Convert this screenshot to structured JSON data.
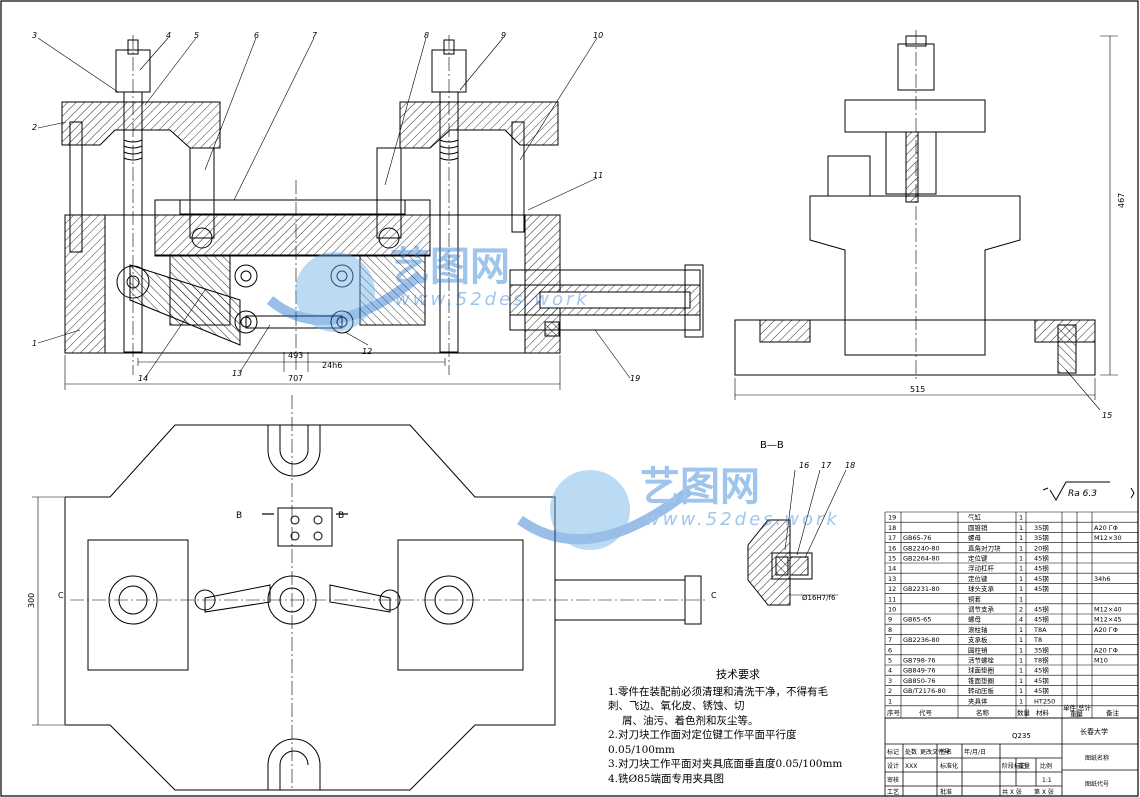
{
  "balloons": [
    "3",
    "4",
    "5",
    "6",
    "7",
    "8",
    "9",
    "10",
    "2",
    "11",
    "1",
    "14",
    "13",
    "12",
    "19",
    "15",
    "16",
    "17",
    "18"
  ],
  "dimensions": {
    "front_d1": "493",
    "front_d2": "24h6",
    "front_overall": "707",
    "side_height": "467",
    "side_width": "515",
    "plan_height": "300",
    "detail_bore": "Ø16H7/f6"
  },
  "section_labels": {
    "bb_title": "B—B",
    "b_left": "B",
    "b_right": "B",
    "c_left": "C",
    "c_right": "C"
  },
  "roughness": "Ra 6.3",
  "watermark": {
    "brand": "艺图网",
    "url": "www.52des.work"
  },
  "technical_requirements": {
    "title": "技术要求",
    "lines": [
      "1.零件在装配前必须清理和清洗干净，不得有毛",
      "刺、飞边、氧化皮、锈蚀、切",
      "屑、油污、着色剂和灰尘等。",
      "2.对刀块工作面对定位键工作平面平行度",
      "0.05/100mm",
      "3.对刀块工作平面对夹具底面垂直度0.05/100mm",
      "4.铣Ø85端面专用夹具图"
    ]
  },
  "bom": {
    "rows": [
      {
        "no": "19",
        "code": "",
        "name": "气缸",
        "qty": "1",
        "mat": "",
        "note": ""
      },
      {
        "no": "18",
        "code": "",
        "name": "圆锥销",
        "qty": "1",
        "mat": "35钢",
        "note": "A20 ГΦ"
      },
      {
        "no": "17",
        "code": "GB65-76",
        "name": "螺母",
        "qty": "1",
        "mat": "35钢",
        "note": "M12×30"
      },
      {
        "no": "16",
        "code": "GB2240-80",
        "name": "直角对刀块",
        "qty": "1",
        "mat": "20钢",
        "note": ""
      },
      {
        "no": "15",
        "code": "GB2264-80",
        "name": "定位键",
        "qty": "1",
        "mat": "45钢",
        "note": ""
      },
      {
        "no": "14",
        "code": "",
        "name": "浮动杠杆",
        "qty": "1",
        "mat": "45钢",
        "note": ""
      },
      {
        "no": "13",
        "code": "",
        "name": "定位键",
        "qty": "1",
        "mat": "45钢",
        "note": "34h6"
      },
      {
        "no": "12",
        "code": "GB2231-80",
        "name": "球头支承",
        "qty": "1",
        "mat": "45钢",
        "note": ""
      },
      {
        "no": "11",
        "code": "",
        "name": "铜套",
        "qty": "1",
        "mat": "",
        "note": ""
      },
      {
        "no": "10",
        "code": "",
        "name": "调节支承",
        "qty": "2",
        "mat": "45钢",
        "note": "M12×40"
      },
      {
        "no": "9",
        "code": "GB65-65",
        "name": "螺母",
        "qty": "4",
        "mat": "45钢",
        "note": "M12×45"
      },
      {
        "no": "8",
        "code": "",
        "name": "滚柱轴",
        "qty": "1",
        "mat": "T8A",
        "note": "A20 ГΦ"
      },
      {
        "no": "7",
        "code": "GB2236-80",
        "name": "支承板",
        "qty": "1",
        "mat": "T8",
        "note": ""
      },
      {
        "no": "6",
        "code": "",
        "name": "圆柱销",
        "qty": "1",
        "mat": "35钢",
        "note": "A20 ГΦ"
      },
      {
        "no": "5",
        "code": "GB798-76",
        "name": "活节螺栓",
        "qty": "1",
        "mat": "T8钢",
        "note": "M10"
      },
      {
        "no": "4",
        "code": "GB849-76",
        "name": "球面垫圈",
        "qty": "1",
        "mat": "45钢",
        "note": ""
      },
      {
        "no": "3",
        "code": "GB850-76",
        "name": "锥面垫圈",
        "qty": "1",
        "mat": "45钢",
        "note": ""
      },
      {
        "no": "2",
        "code": "GB/T2176-80",
        "name": "转动压板",
        "qty": "1",
        "mat": "45钢",
        "note": ""
      },
      {
        "no": "1",
        "code": "",
        "name": "夹具体",
        "qty": "1",
        "mat": "HT250",
        "note": ""
      }
    ],
    "header": {
      "no": "序号",
      "code": "代号",
      "name": "名称",
      "qty": "数量",
      "mat": "材料",
      "unit_weight": "单件",
      "total_weight": "总计",
      "weight": "重量",
      "note": "备注"
    }
  },
  "title_block": {
    "material": "Q235",
    "school": "长春大学",
    "drawing_name": "图纸名称",
    "drawing_code": "图纸代号",
    "scale_label": "比例",
    "scale": "1:1",
    "weight_label": "重量",
    "stage_label": "阶段标记",
    "row1": "标记",
    "row1b": "处数",
    "row1c": "更改文件号",
    "row1d": "签名",
    "row1e": "年/月/日",
    "design": "设计",
    "design_name": "XXX",
    "standardize": "标准化",
    "review": "审核",
    "process": "工艺",
    "approve": "批准",
    "sheets": "共 X 张",
    "sheet": "第 X 张"
  }
}
